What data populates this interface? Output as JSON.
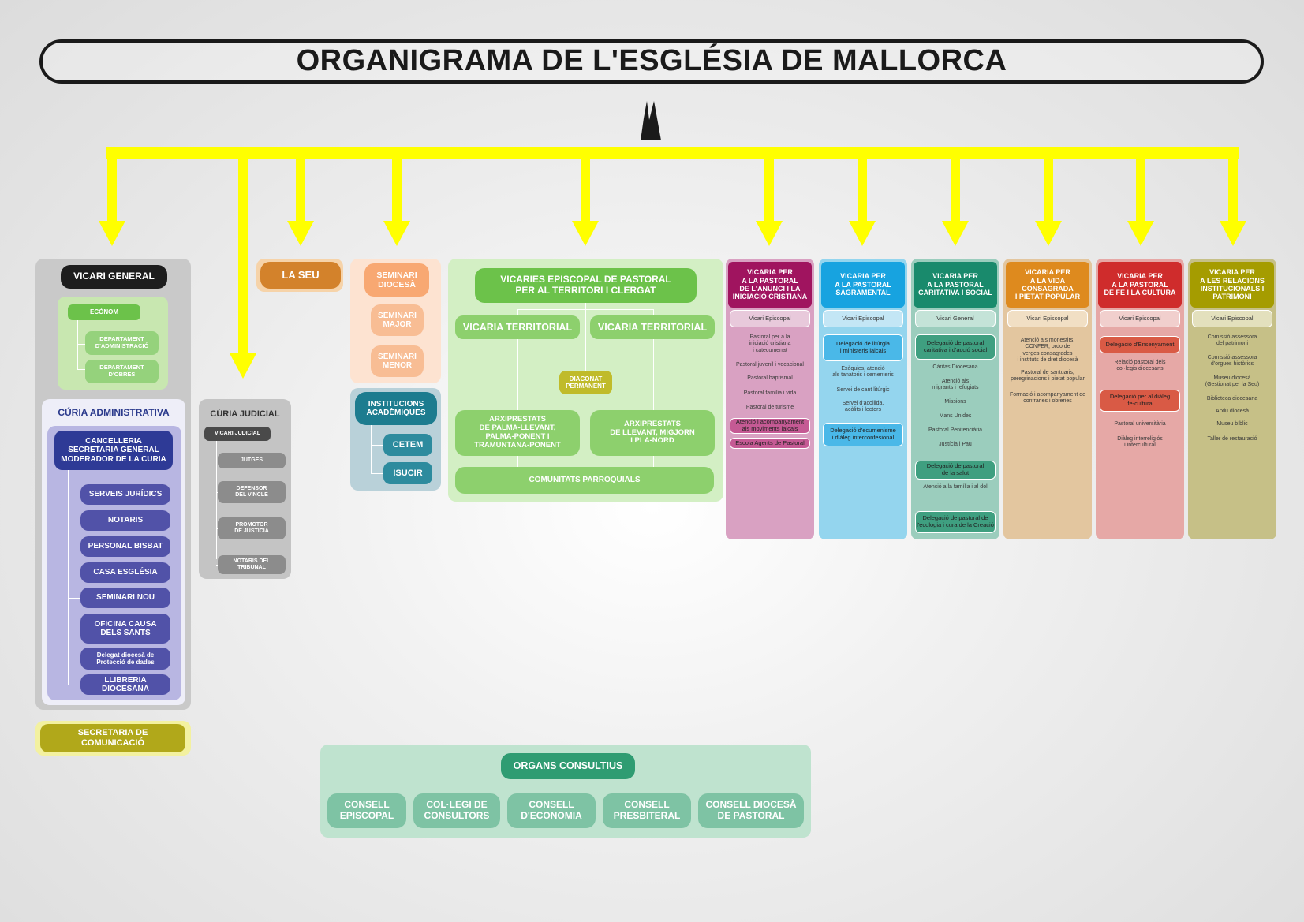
{
  "title": "ORGANIGRAMA DE L'ESGLÉSIA DE MALLORCA",
  "icons": {
    "cathedral": "cathedral-icon"
  },
  "colors": {
    "arrows": "#ffff00",
    "green": "#6cc24a",
    "purple": "#5152a8",
    "teal": "#1d7c8f",
    "orange": "#d3822b"
  },
  "vicari_general": {
    "label": "VICARI GENERAL",
    "ecònom": "ECÒNOM",
    "dep_admin": "DEPARTAMENT\nD'ADMINISTRACIÓ",
    "dep_obres": "DEPARTAMENT\nD'OBRES"
  },
  "curia_admin": {
    "title": "CÚRIA ADMINISTRATIVA",
    "cancelleria": "CANCELLERIA\nSECRETARIA GENERAL\nMODERADOR DE LA CURIA",
    "items": [
      "SERVEIS JURÍDICS",
      "NOTARIS",
      "PERSONAL BISBAT",
      "CASA ESGLÉSIA",
      "SEMINARI NOU",
      "OFICINA CAUSA\nDELS SANTS",
      "Delegat diocesà de\nProtecció de dades",
      "LLIBRERIA DIOCESANA"
    ]
  },
  "secretaria_com": "SECRETARIA DE\nCOMUNICACIÓ",
  "curia_judicial": {
    "title": "CÚRIA JUDICIAL",
    "vicari": "VICARI JUDICIAL",
    "items": [
      "JUTGES",
      "DEFENSOR\nDEL VINCLE",
      "PROMOTOR\nDE JUSTICIA",
      "NOTARIS DEL\nTRIBUNAL"
    ]
  },
  "la_seu": "LA SEU",
  "seminaris": [
    "SEMINARI\nDIOCESÀ",
    "SEMINARI\nMAJOR",
    "SEMINARI\nMENOR"
  ],
  "institucions": {
    "title": "INSTITUCIONS\nACADÈMIQUES",
    "items": [
      "CETEM",
      "ISUCIR"
    ]
  },
  "territori": {
    "title": "VICARIES EPISCOPAL DE PASTORAL\nPER AL TERRITORI I CLERGAT",
    "vicaria1": "VICARIA TERRITORIAL",
    "vicaria2": "VICARIA TERRITORIAL",
    "diaconat": "DIACONAT\nPERMANENT",
    "arx1": "ARXIPRESTATS\nDE PALMA-LLEVANT,\nPALMA-PONENT I\nTRAMUNTANA-PONENT",
    "arx2": "ARXIPRESTATS\nDE LLEVANT, MIGJORN\nI PLA-NORD",
    "comunitats": "COMUNITATS PARROQUIALS"
  },
  "vicaries": [
    {
      "head": "VICARIA PER\nA LA PASTORAL\nDE L'ANUNCI I LA\nINICIACIÓ CRISTIANA",
      "sub": "Vicari Episcopal"
    },
    {
      "head": "VICARIA PER\nA LA PASTORAL\nSAGRAMENTAL",
      "sub": "Vicari Episcopal"
    },
    {
      "head": "VICARIA PER\nA LA PASTORAL\nCARITATIVA I SOCIAL",
      "sub": "Vicari General"
    },
    {
      "head": "VICARIA PER\nA LA VIDA\nCONSAGRADA\nI PIETAT POPULAR",
      "sub": "Vicari Episcopal"
    },
    {
      "head": "VICARIA PER\nA LA PASTORAL\nDE FE I LA CULTURA",
      "sub": "Vicari Episcopal"
    },
    {
      "head": "VICARIA PER\nA LES RELACIONS\nINSTITUCIONALS I\nPATRIMONI",
      "sub": "Vicari Episcopal"
    }
  ],
  "v1_items": [
    "Pastoral per a la\niniciació cristiana\ni catecumenat",
    "Pastoral juvenil i vocacional",
    "Pastoral baptismal",
    "Pastoral família i vida",
    "Pastoral de turisme"
  ],
  "v1_boxes": [
    "Atenció i acompanyament\nals moviments laicals",
    "Escola Agents de Pastoral"
  ],
  "v2_box1": "Delegació de litúrgia\ni ministeris laicals",
  "v2_items": [
    "Exèquies, atenció\nals tanatoris i cementeris",
    "Servei de cant litúrgic",
    "Servei d'acollida,\nacòlits i lectors"
  ],
  "v2_box2": "Delegació d'ecumenisme\ni diàleg interconfesional",
  "v3_box1": "Delegació de pastoral\ncaritativa i d'acció social",
  "v3_items": [
    "Càritas Diocesana",
    "Atenció als\nmigrants i refugiats",
    "Missions",
    "Mans Unides",
    "Pastoral Penitenciària",
    "Justícia i Pau"
  ],
  "v3_box2": "Delegació de pastoral\nde la salut",
  "v3_item2": "Atenció a la família i al dol",
  "v3_box3": "Delegació de pastoral de\nl'ecologia i cura de la Creació",
  "v4_items": [
    "Atenció als monestirs,\nCONFER, ordo de\nverges consagrades\ni instituts de dret diocesà",
    "Pastoral de santuaris,\nperegrinacions i pietat popular",
    "Formació i acompanyament de\nconfraries i obreries"
  ],
  "v5_box1": "Delegació d'Ensenyament",
  "v5_item1": "Relació pastoral dels\ncol·legis diocesans",
  "v5_box2": "Delegació per al diàleg\nfe-cultura",
  "v5_items": [
    "Pastoral universitària",
    "Diàleg interreligiós\ni intercultural"
  ],
  "v6_items": [
    "Comissió assessora\ndel patrimoni",
    "Comissió assessora\nd'orgues històrics",
    "Museu diocesà\n(Gestionat per la Seu)",
    "Biblioteca diocesana",
    "Arxiu diocesà",
    "Museu bíblic",
    "Taller de restauració"
  ],
  "organs": {
    "title": "ORGANS CONSULTIUS",
    "items": [
      "CONSELL\nEPISCOPAL",
      "COL·LEGI DE\nCONSULTORS",
      "CONSELL\nD'ECONOMIA",
      "CONSELL\nPRESBITERAL",
      "CONSELL DIOCESÀ\nDE PASTORAL"
    ]
  }
}
